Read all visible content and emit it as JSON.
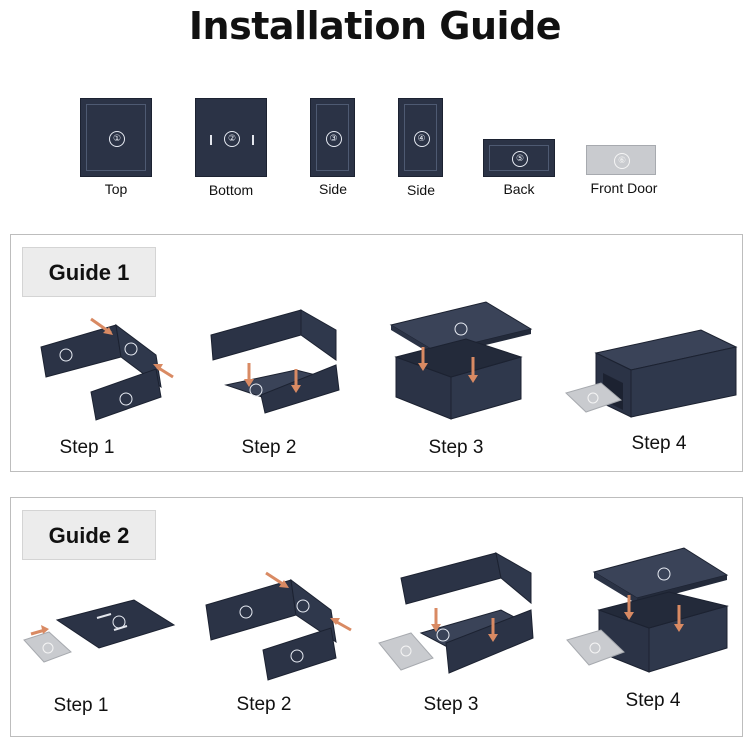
{
  "title": "Installation Guide",
  "parts": [
    {
      "number": "①",
      "label": "Top"
    },
    {
      "number": "②",
      "label": "Bottom"
    },
    {
      "number": "③",
      "label": "Side"
    },
    {
      "number": "④",
      "label": "Side"
    },
    {
      "number": "⑤",
      "label": "Back"
    },
    {
      "number": "⑥",
      "label": "Front Door"
    }
  ],
  "guides": [
    {
      "title": "Guide 1",
      "steps": [
        "Step 1",
        "Step 2",
        "Step 3",
        "Step 4"
      ]
    },
    {
      "title": "Guide 2",
      "steps": [
        "Step 1",
        "Step 2",
        "Step 3",
        "Step 4"
      ]
    }
  ],
  "colors": {
    "panel": "#2b3346",
    "panel_edge": "#1c2231",
    "panel_top": "#3a4358",
    "front_door": "#c9cbcf",
    "arrow": "#d98a63",
    "box_border": "#bdbdbd",
    "tab_fill": "#ececec"
  }
}
